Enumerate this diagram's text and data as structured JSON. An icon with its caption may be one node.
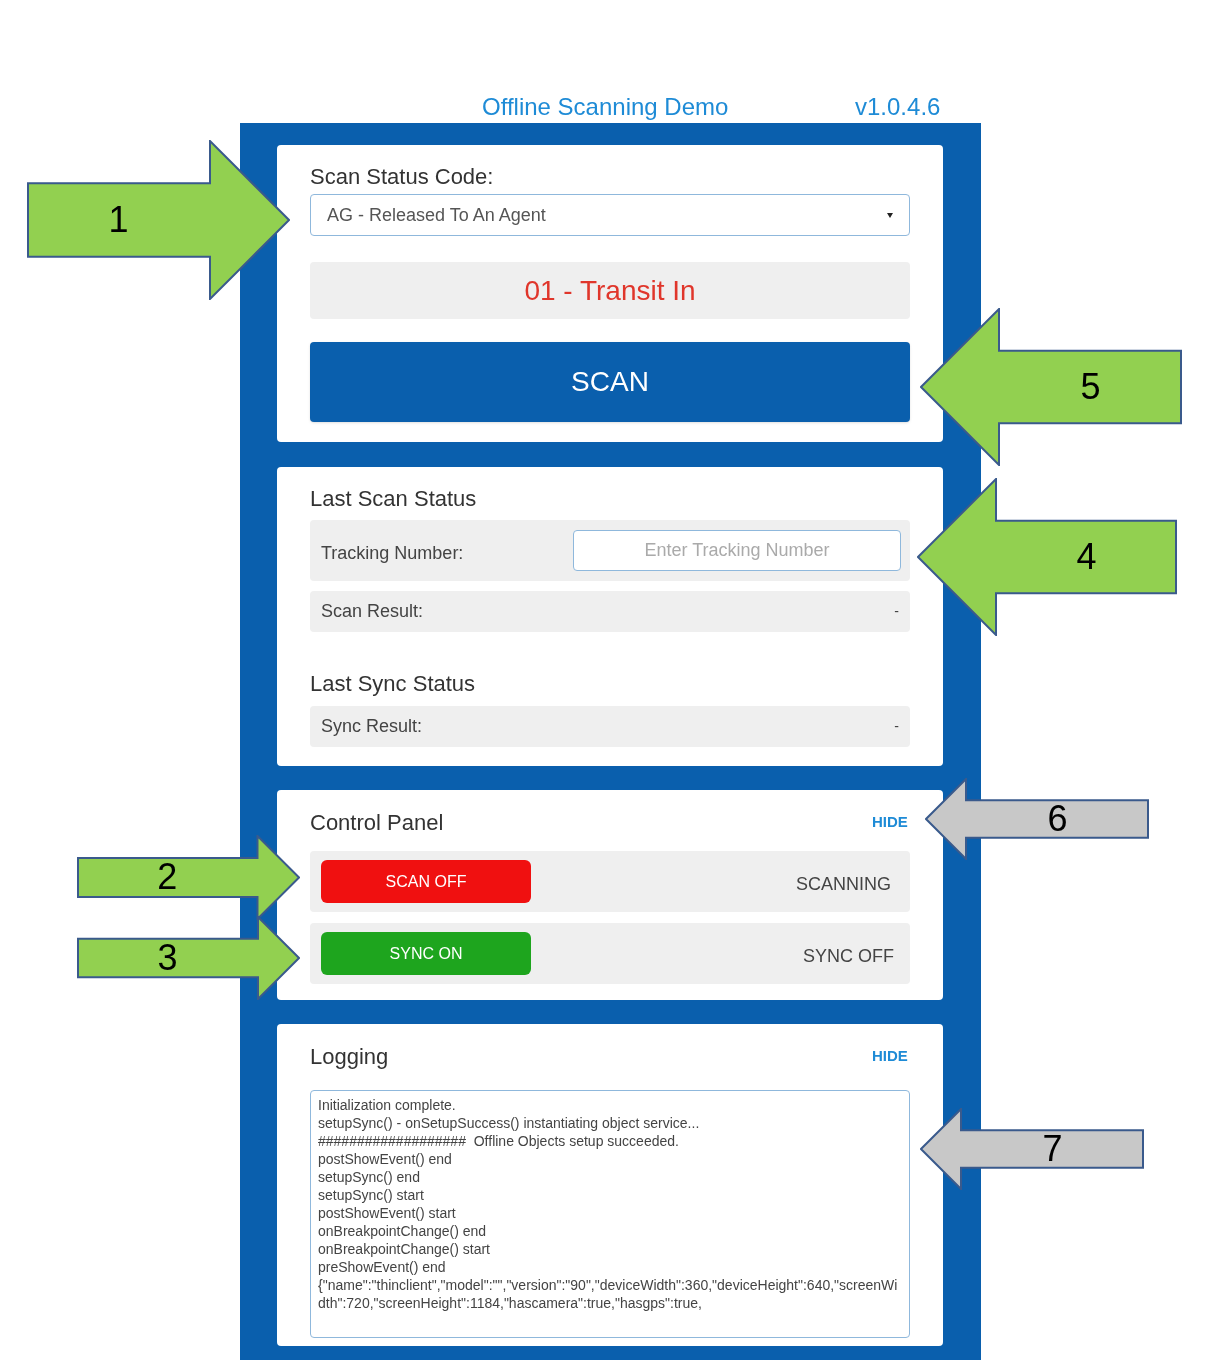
{
  "diagram": {
    "title": "Offline Scanning Demo",
    "nodes": [
      {
        "text": [
          "1"
        ]
      },
      {
        "text": [
          "5"
        ]
      },
      {
        "text": [
          "4"
        ]
      },
      {
        "text": [
          "6"
        ]
      },
      {
        "text": [
          "2"
        ]
      },
      {
        "text": [
          "3"
        ]
      },
      {
        "text": [
          "7"
        ]
      }
    ],
    "labels": [
      "v1.0.4.6",
      "Scan Status Code:",
      "AG - Released To An Agent",
      "01 - Transit In",
      "SCAN",
      "Last Scan Status",
      "Tracking Number:",
      "Enter Tracking Number",
      "Scan Result:",
      "-",
      "Last Sync Status",
      "Sync Result:",
      "-",
      "Control Panel",
      "HIDE",
      "SCAN OFF",
      "SCANNING",
      "SYNC ON",
      "SYNC OFF",
      "Logging",
      "HIDE",
      "Initialization complete.",
      "setupSync() - onSetupSuccess() instantiating object service...",
      "###################  Offline Objects setup succeeded.",
      "postShowEvent() end",
      "setupSync() end",
      "setupSync() start",
      "postShowEvent() start",
      "onBreakpointChange() end",
      "onBreakpointChange() start",
      "preShowEvent() end",
      "{\"name\":\"thinclient\",\"model\":\"\",\"version\":\"90\",\"deviceWidth\":360,\"deviceHeight\":640,\"screenWidth\":720,\"screenHeight\":1184,\"hascamera\":true,\"hasgps\":true,"
    ]
  }
}
